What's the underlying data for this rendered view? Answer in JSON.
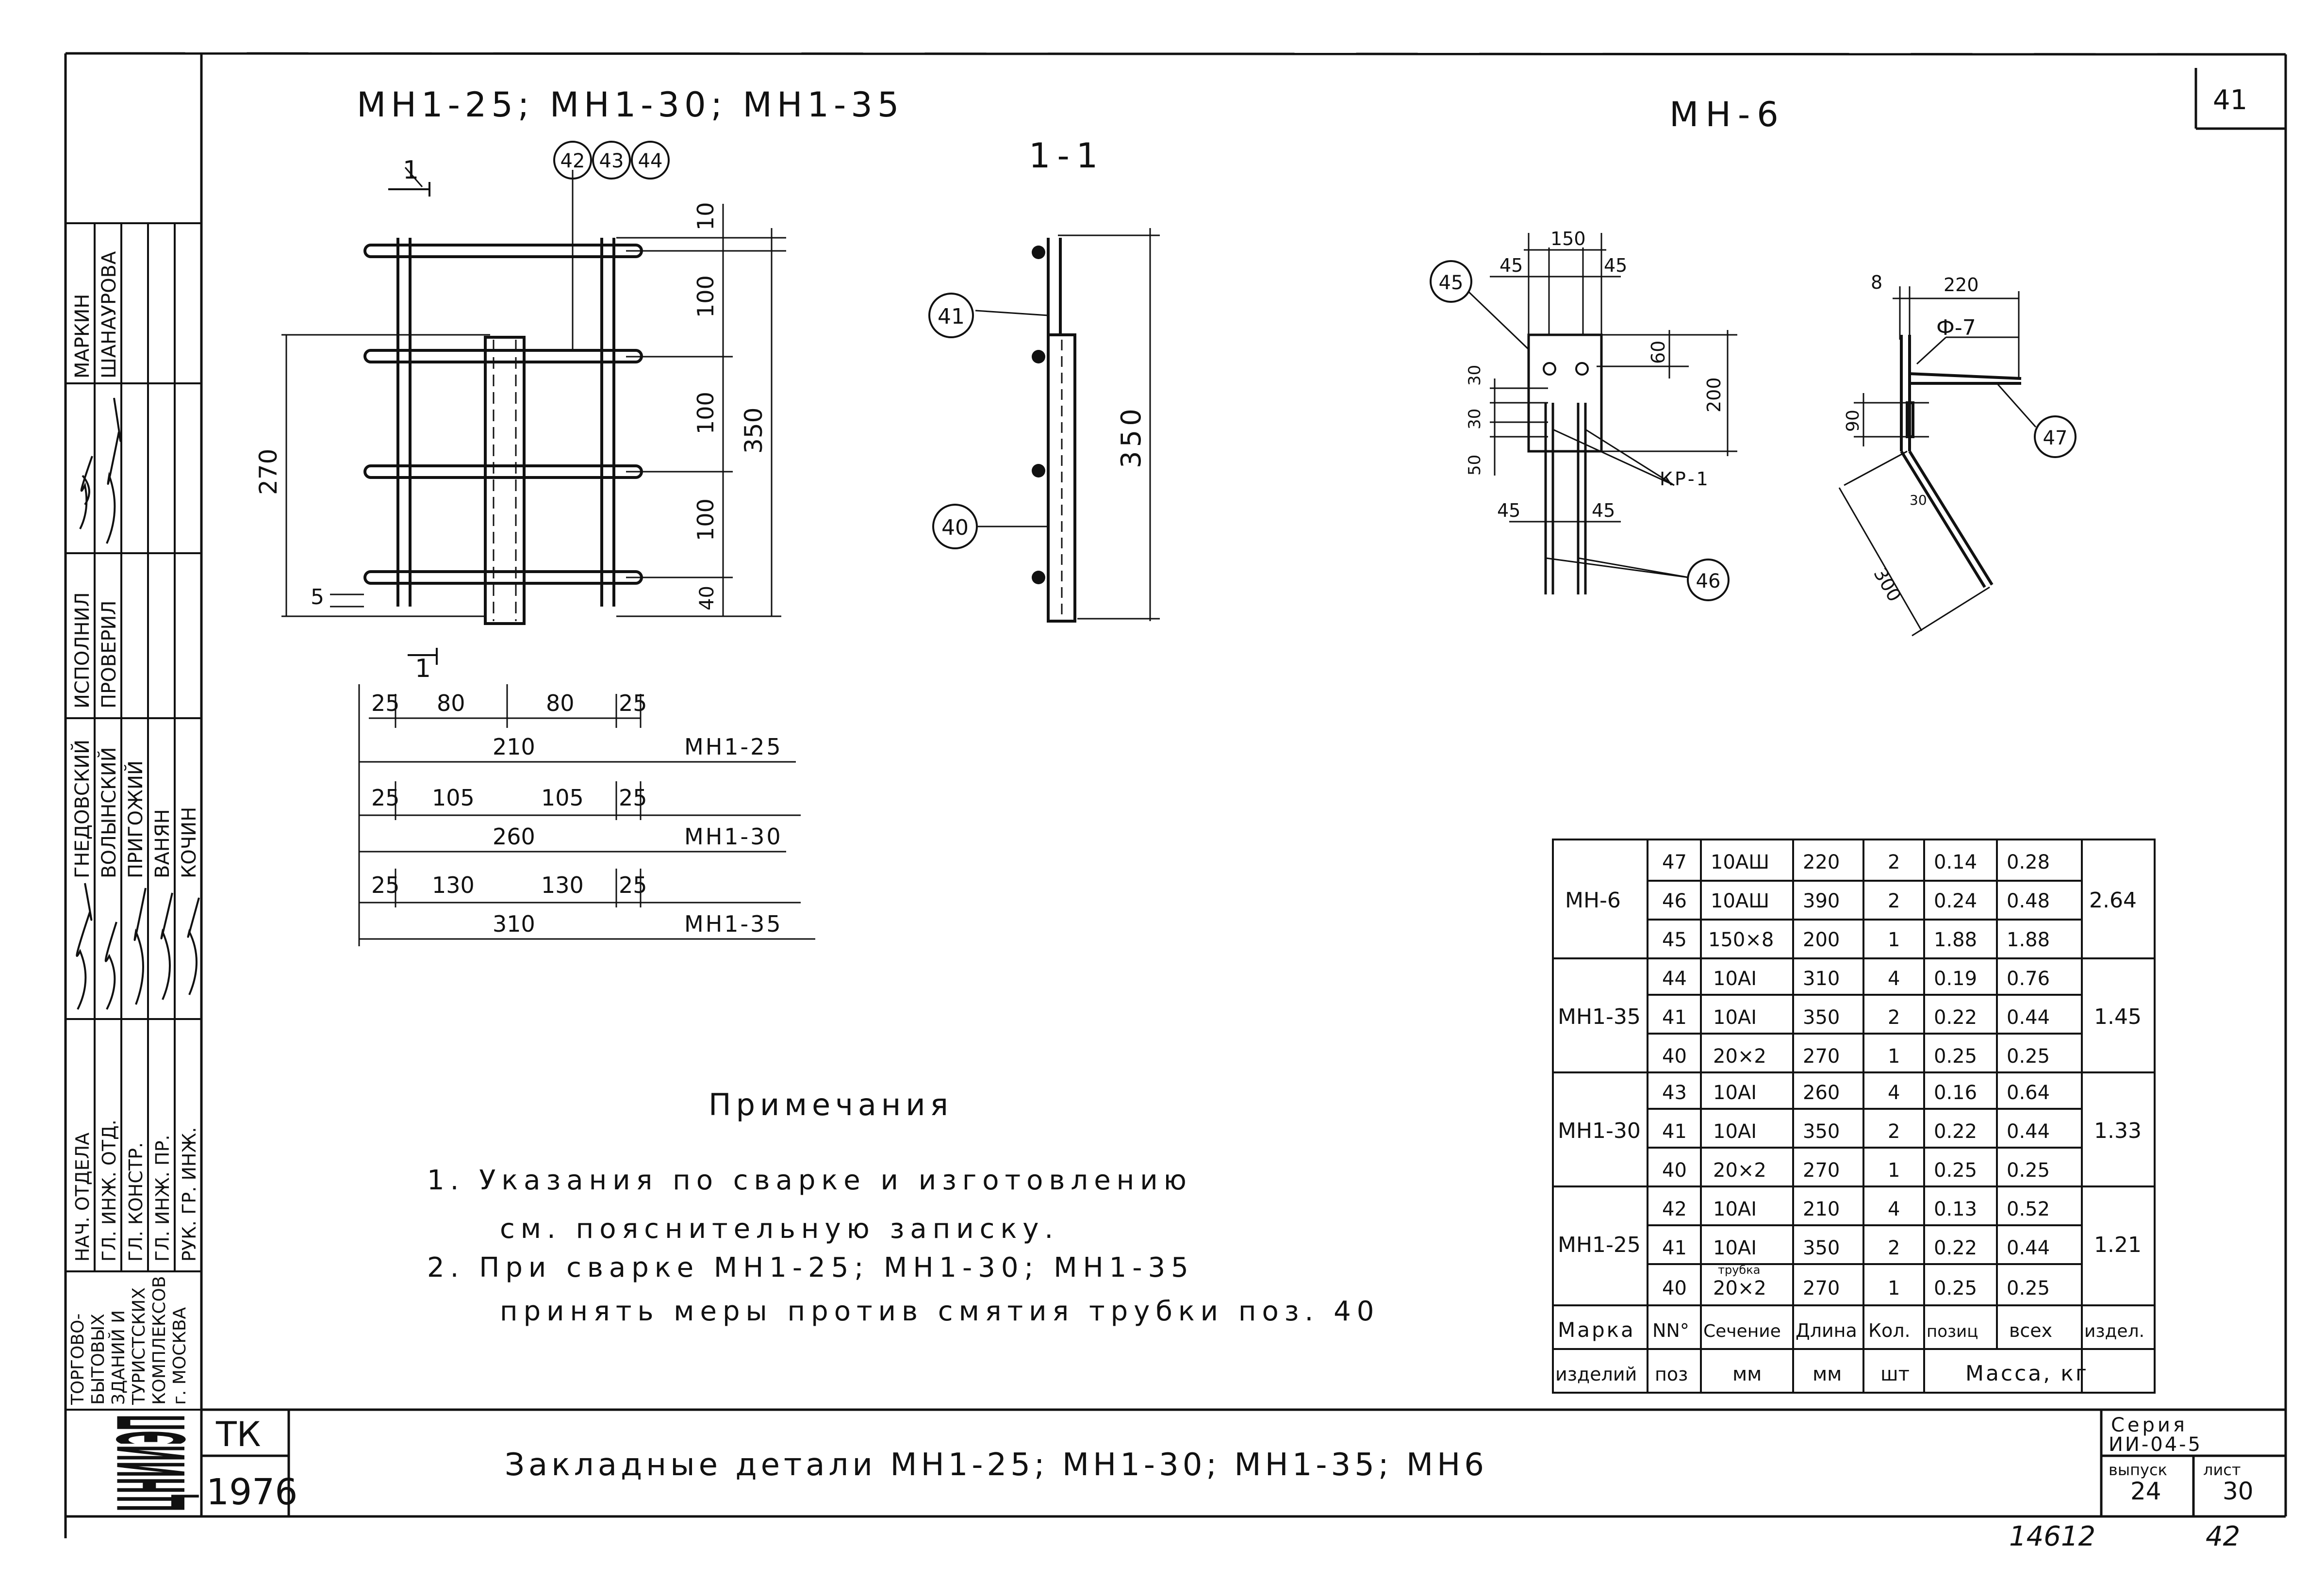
{
  "sheet_number": "41",
  "corner_number": "42",
  "archive_number": "14612",
  "drawing_title_left": "МН1-25; МН1-30; МН1-35",
  "drawing_title_right": "МН-6",
  "section_label": "1-1",
  "section_mark_left": "1",
  "section_mark_bottom": "1",
  "callouts": {
    "c42": "42",
    "c43": "43",
    "c44": "44",
    "c41": "41",
    "c40": "40",
    "c45": "45",
    "c46": "46",
    "c47": "47"
  },
  "front_view": {
    "dim_270": "270",
    "dim_350": "350",
    "dim_10": "10",
    "dim_100_a": "100",
    "dim_100_b": "100",
    "dim_100_c": "100",
    "dim_40": "40",
    "dim_5": "5",
    "row_mh1_25": {
      "a": "25",
      "b": "80",
      "c": "80",
      "d": "25",
      "total": "210",
      "mark": "МН1-25"
    },
    "row_mh1_30": {
      "a": "25",
      "b": "105",
      "c": "105",
      "d": "25",
      "total": "260",
      "mark": "МН1-30"
    },
    "row_mh1_35": {
      "a": "25",
      "b": "130",
      "c": "130",
      "d": "25",
      "total": "310",
      "mark": "МН1-35"
    }
  },
  "section_view": {
    "dim_350": "350"
  },
  "mh6_view": {
    "dim_150": "150",
    "dim_45_tl": "45",
    "dim_45_tr": "45",
    "dim_45_bl": "45",
    "dim_45_br": "45",
    "dim_60": "60",
    "dim_200": "200",
    "dim_30_a": "30",
    "dim_30_b": "30",
    "dim_50": "50",
    "kr": "КР-1"
  },
  "mh6_side": {
    "dim_8": "8",
    "dim_220": "220",
    "phi": "Ф-7",
    "dim_90": "90",
    "dim_300": "300",
    "dim_30": "30"
  },
  "notes": {
    "heading": "Примечания",
    "line1": "1.  Указания  по  сварке  и  изготовлению",
    "line2": "см.  пояснительную  записку.",
    "line3": "2.  При  сварке  МН1-25;  МН1-30;  МН1-35",
    "line4": "принять  меры  против  смятия  трубки  поз. 40"
  },
  "spec_table": {
    "groups": [
      {
        "mark": "МН-6",
        "total": "2.64",
        "rows": [
          {
            "pos": "47",
            "section": "10AШ",
            "length": "220",
            "qty": "2",
            "unit": "0.14",
            "all": "0.28"
          },
          {
            "pos": "46",
            "section": "10AШ",
            "length": "390",
            "qty": "2",
            "unit": "0.24",
            "all": "0.48"
          },
          {
            "pos": "45",
            "section": "150×8",
            "length": "200",
            "qty": "1",
            "unit": "1.88",
            "all": "1.88"
          }
        ]
      },
      {
        "mark": "МН1-35",
        "total": "1.45",
        "rows": [
          {
            "pos": "44",
            "section": "10AI",
            "length": "310",
            "qty": "4",
            "unit": "0.19",
            "all": "0.76"
          },
          {
            "pos": "41",
            "section": "10AI",
            "length": "350",
            "qty": "2",
            "unit": "0.22",
            "all": "0.44"
          },
          {
            "pos": "40",
            "section": "20×2",
            "length": "270",
            "qty": "1",
            "unit": "0.25",
            "all": "0.25"
          }
        ]
      },
      {
        "mark": "МН1-30",
        "total": "1.33",
        "rows": [
          {
            "pos": "43",
            "section": "10AI",
            "length": "260",
            "qty": "4",
            "unit": "0.16",
            "all": "0.64"
          },
          {
            "pos": "41",
            "section": "10AI",
            "length": "350",
            "qty": "2",
            "unit": "0.22",
            "all": "0.44"
          },
          {
            "pos": "40",
            "section": "20×2",
            "length": "270",
            "qty": "1",
            "unit": "0.25",
            "all": "0.25"
          }
        ]
      },
      {
        "mark": "МН1-25",
        "total": "1.21",
        "rows": [
          {
            "pos": "42",
            "section": "10AI",
            "length": "210",
            "qty": "4",
            "unit": "0.13",
            "all": "0.52"
          },
          {
            "pos": "41",
            "section": "10AI",
            "length": "350",
            "qty": "2",
            "unit": "0.22",
            "all": "0.44"
          },
          {
            "pos": "40",
            "section": "20×2",
            "length": "270",
            "qty": "1",
            "unit": "0.25",
            "all": "0.25"
          }
        ]
      }
    ],
    "pipe_note": "трубка",
    "header": {
      "mark_1": "Марка",
      "mark_2": "изделий",
      "pos_1": "NN°",
      "pos_2": "поз",
      "section_1": "Сечение",
      "section_2": "мм",
      "length_1": "Длина",
      "length_2": "мм",
      "qty_1": "Кол.",
      "qty_2": "шт",
      "unit_1": "позиц",
      "all_1": "всех",
      "item_1": "издел.",
      "mass": "Масса, кг"
    }
  },
  "title_block": {
    "org_lines": [
      "ТОРГОВО-",
      "БЫТОВЫХ",
      "ЗДАНИЙ И",
      "ТУРИСТСКИХ",
      "КОМПЛЕКСОВ",
      "г. МОСКВА"
    ],
    "logo_text": "ЦНИИЭП",
    "roles": [
      "НАЧ. ОТДЕЛА",
      "ГЛ. ИНЖ. ОТД.",
      "ГЛ. КОНСТР.",
      "ГЛ. ИНЖ. ПР.",
      "РУК. ГР. ИНЖ."
    ],
    "names": [
      "ГНЕДОВСКИЙ",
      "ВОЛЫНСКИЙ",
      "ПРИГОЖИЙ",
      "ВАНЯН",
      "КОЧИН"
    ],
    "roles2": [
      "ИСПОЛНИЛ",
      "ПРОВЕРИЛ"
    ],
    "names2": [
      "МАРКИН",
      "ШАНАУРОВА"
    ],
    "tk": "ТК",
    "year": "1976",
    "drawing_name": "Закладные  детали  МН1-25;  МН1-30;  МН1-35;  МН6",
    "series_label": "Серия",
    "series_value": "ИИ-04-5",
    "issue_label": "выпуск",
    "issue_value": "24",
    "sheet_label": "лист",
    "sheet_value": "30"
  }
}
